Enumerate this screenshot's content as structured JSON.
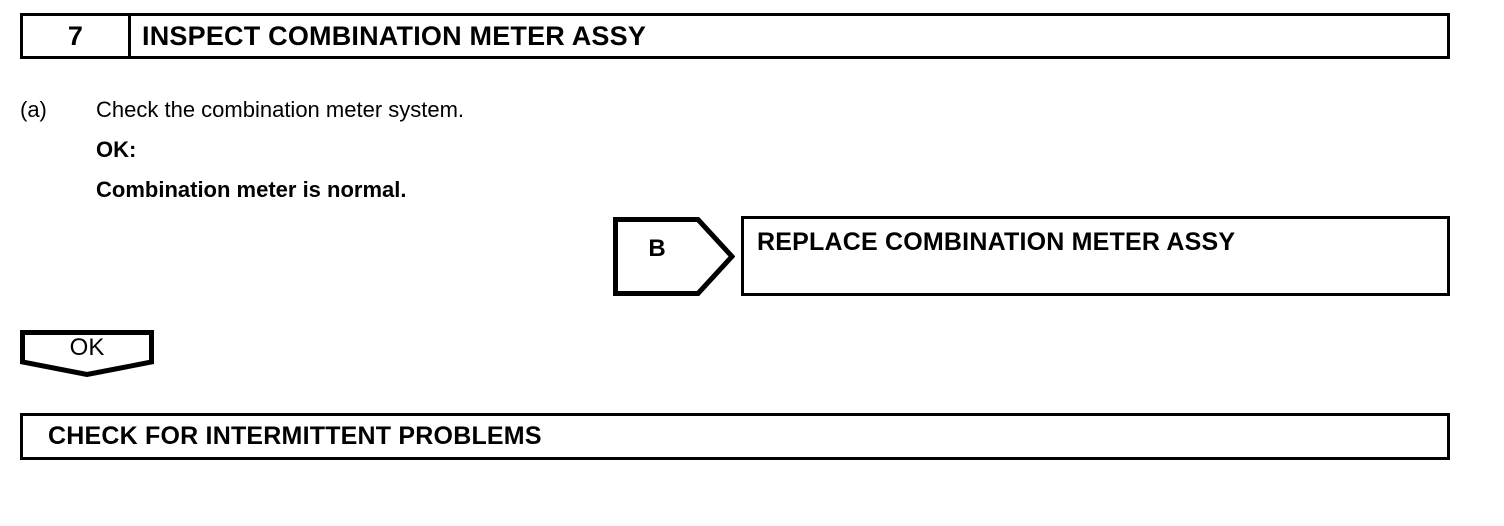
{
  "document": {
    "type": "service-manual-troubleshooting-flowchart",
    "background_color": "#ffffff",
    "ink_color": "#000000"
  },
  "step_header": {
    "number": "7",
    "title": "INSPECT COMBINATION METER ASSY"
  },
  "instruction": {
    "marker": "(a)",
    "lines": [
      {
        "text": "Check the combination meter system.",
        "bold": false
      },
      {
        "text": "OK:",
        "bold": true
      },
      {
        "text": "Combination meter is normal.",
        "bold": true
      }
    ]
  },
  "branch": {
    "arrow_label": "B",
    "arrow_shape": "right-pointing-pentagon-arrow",
    "action_label": "REPLACE COMBINATION METER ASSY"
  },
  "ok_path": {
    "tab_label": "OK",
    "tab_shape": "down-pointing-pentagon-tab",
    "final_label": "CHECK FOR INTERMITTENT PROBLEMS"
  }
}
